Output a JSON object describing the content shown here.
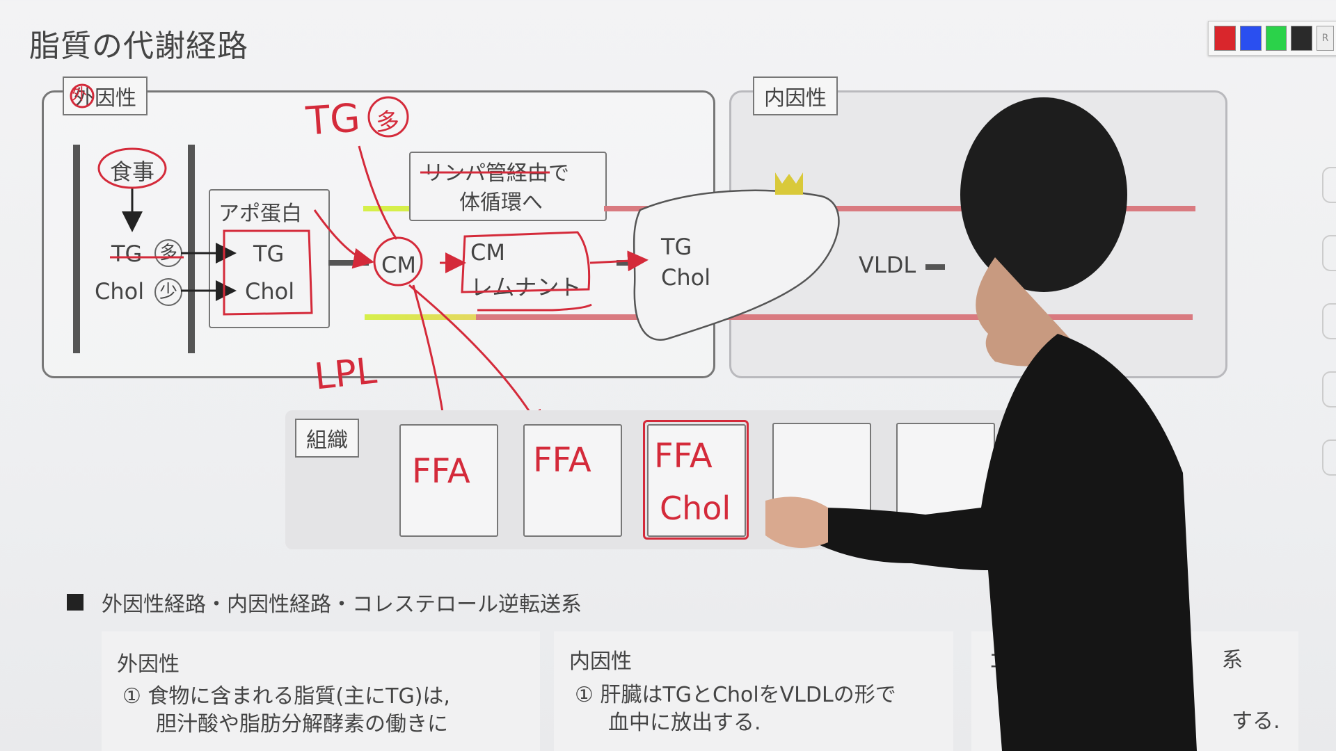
{
  "page": {
    "title": "脂質の代謝経路"
  },
  "palette": {
    "colors": [
      "#d9262c",
      "#2a4ff0",
      "#2bd24a",
      "#2a2a2a"
    ],
    "end_label": "R"
  },
  "exogenous": {
    "tag": "外因性",
    "diet": "食事",
    "tg": "TG",
    "tg_mark": "多",
    "chol": "Chol",
    "chol_mark": "少",
    "apo_label": "アポ蛋白",
    "apo_tg": "TG",
    "apo_chol": "Chol",
    "lymph_note_line1": "リンパ管経由で",
    "lymph_note_line2": "体循環へ",
    "cm": "CM",
    "remnant_line1": "CM",
    "remnant_line2": "レムナント"
  },
  "liver": {
    "tg": "TG",
    "chol": "Chol"
  },
  "endogenous": {
    "tag": "内因性",
    "vldl": "VLDL"
  },
  "tissue": {
    "tag": "組織"
  },
  "annotations": {
    "tg_handwritten": "TG",
    "tg_circle_mark": "多",
    "lpl": "LPL",
    "ffa_1": "FFA",
    "ffa_2": "FFA",
    "ffa_3_line1": "FFA",
    "ffa_3_line2": "Chol",
    "exo_circle_mark": "外"
  },
  "summary": {
    "heading": "外因性経路・内因性経路・コレステロール逆転送系",
    "exo_title": "外因性",
    "exo_line1": "① 食物に含まれる脂質(主にTG)は,",
    "exo_line2": "胆汁酸や脂肪分解酵素の働きに",
    "endo_title": "内因性",
    "endo_line1": "① 肝臓はTGとCholをVLDLの形で",
    "endo_line2": "血中に放出する.",
    "third_head_fragment": "コ",
    "third_head_tail": "系",
    "third_tail": "する."
  }
}
